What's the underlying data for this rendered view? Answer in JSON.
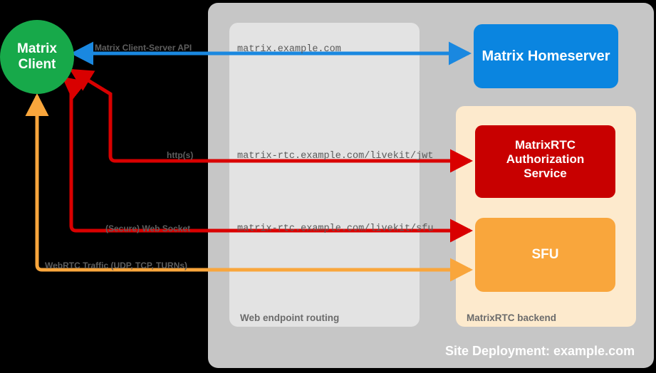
{
  "diagram": {
    "title": "Site Deployment: example.com",
    "colors": {
      "background": "#000000",
      "site_container": "#c6c6c6",
      "web_routing_panel": "#e3e3e3",
      "rtc_backend_panel": "#fdeacd",
      "client": "#17a94a",
      "homeserver": "#0a85e0",
      "auth_service": "#c80000",
      "sfu": "#f9a63c",
      "blue_edge": "#1a88e0",
      "red_edge": "#d90000",
      "orange_edge": "#f9a63c",
      "url_text": "#5b5b5b",
      "zone_text": "#6b6b6b"
    }
  },
  "nodes": {
    "client": {
      "line1": "Matrix",
      "line2": "Client",
      "shape": "circle"
    },
    "homeserver": {
      "label": "Matrix Homeserver",
      "shape": "rounded-rect"
    },
    "auth_service": {
      "line1": "MatrixRTC",
      "line2": "Authorization",
      "line3": "Service",
      "shape": "rounded-rect"
    },
    "sfu": {
      "label": "SFU",
      "shape": "rounded-rect"
    }
  },
  "zones": {
    "site": {
      "label": "Site Deployment: example.com"
    },
    "web_routing": {
      "label": "Web endpoint routing"
    },
    "rtc_backend": {
      "label": "MatrixRTC backend"
    }
  },
  "endpoints": [
    {
      "id": "homeserver-endpoint",
      "url": "matrix.example.com"
    },
    {
      "id": "jwt-endpoint",
      "url": "matrix-rtc.example.com/livekit/jwt"
    },
    {
      "id": "sfu-endpoint",
      "url": "matrix-rtc.example.com/livekit/sfu"
    }
  ],
  "edges": [
    {
      "id": "client-server-api",
      "label": "Matrix Client-Server API",
      "color": "#1a88e0",
      "direction": "bidirectional",
      "from": "client",
      "to": "homeserver"
    },
    {
      "id": "https",
      "label": "http(s)",
      "color": "#d90000",
      "direction": "bidirectional",
      "from": "client",
      "to": "auth_service"
    },
    {
      "id": "websocket",
      "label": "(Secure) Web Socket",
      "color": "#d90000",
      "direction": "bidirectional",
      "from": "client",
      "to": "sfu"
    },
    {
      "id": "webrtc",
      "label": "WebRTC Traffic (UDP, TCP, TURNs)",
      "color": "#f9a63c",
      "direction": "bidirectional",
      "from": "client",
      "to": "sfu"
    }
  ]
}
